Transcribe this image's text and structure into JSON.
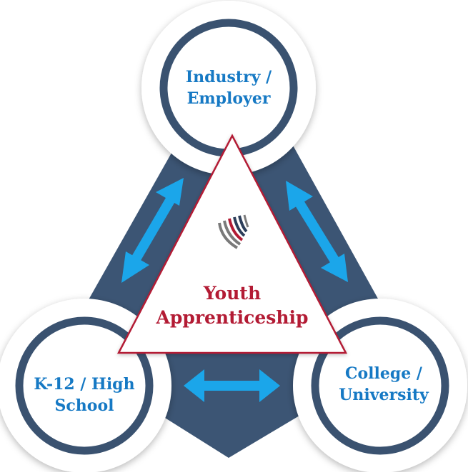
{
  "diagram": {
    "center": {
      "line1": "Youth",
      "line2": "Apprenticeship",
      "logo": "stripes-shield-icon"
    },
    "nodes": [
      {
        "id": "industry",
        "line1": "Industry /",
        "line2": "Employer"
      },
      {
        "id": "k12",
        "line1": "K-12 / High",
        "line2": "School"
      },
      {
        "id": "college",
        "line1": "College /",
        "line2": "University"
      }
    ],
    "connectors": [
      "industry<->k12",
      "industry<->college",
      "k12<->college"
    ],
    "colors": {
      "triangle_fill": "#3c5574",
      "ring_stroke": "#3a5270",
      "ring_bg": "#ffffff",
      "node_text": "#1679c4",
      "arrow": "#1ba6ea",
      "center_border": "#b31b34",
      "center_text": "#b31b34",
      "logo_red": "#b31b34",
      "logo_navy": "#2c3e5a",
      "logo_gray": "#7a7a7a"
    }
  }
}
